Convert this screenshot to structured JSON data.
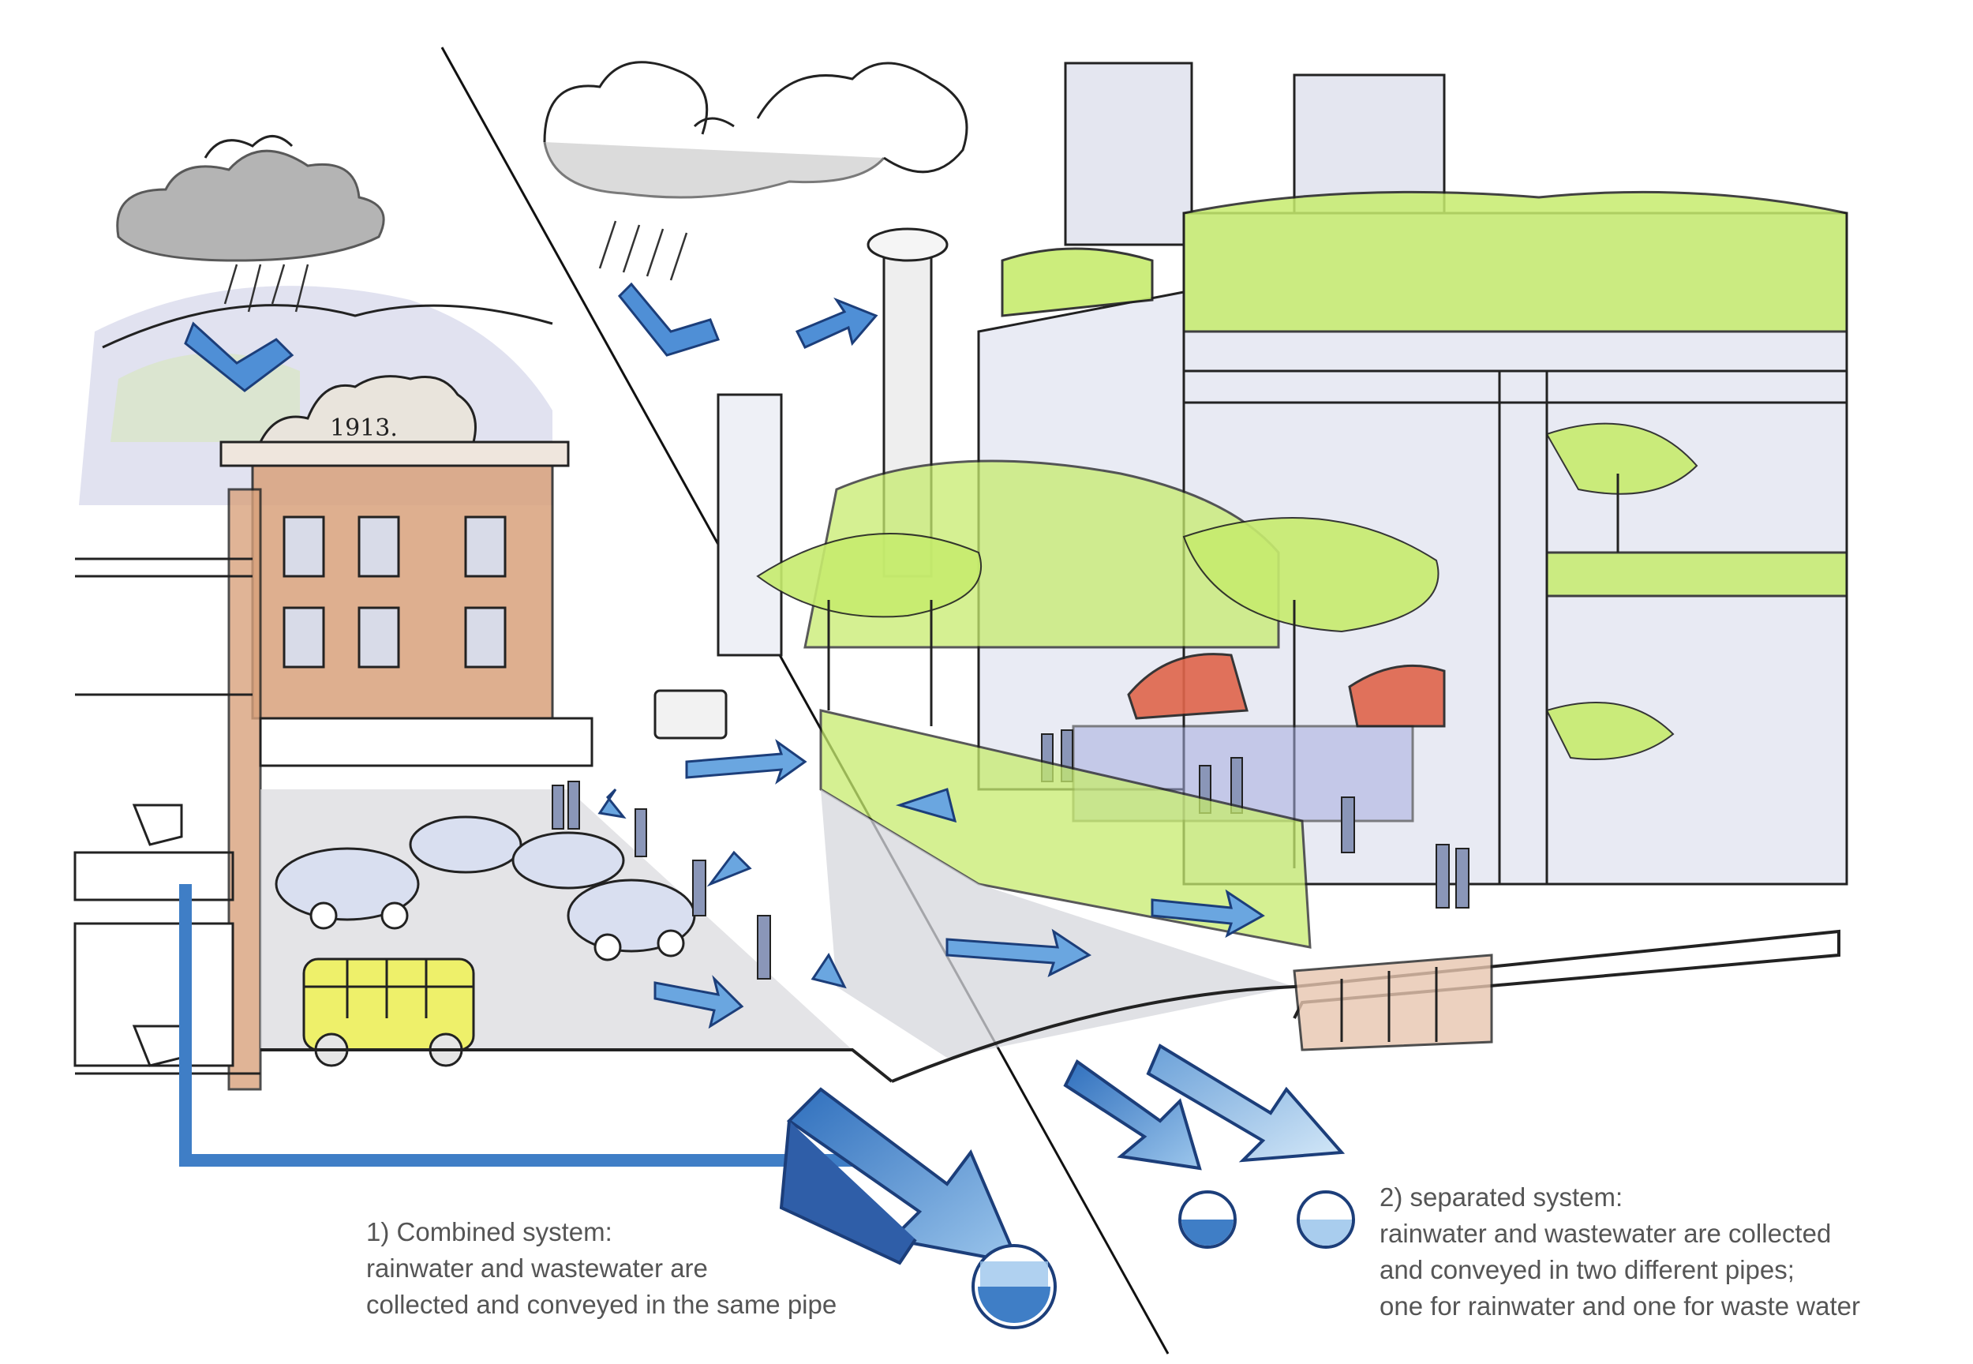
{
  "building_date": "1913.",
  "combined_system": {
    "lines": [
      "1) Combined system:",
      "rainwater and wastewater are",
      "collected and conveyed in the same pipe"
    ]
  },
  "separated_system": {
    "lines": [
      "2) separated system:",
      "rainwater and wastewater are collected",
      "and conveyed in two different pipes;",
      "one for rainwater and one for waste water"
    ]
  },
  "colors": {
    "water_blue": "#3f7ec6",
    "light_blue": "#a9cdee",
    "brick": "#d9a27c",
    "greenery": "#c7ec6e",
    "awning": "#e0654b",
    "bus": "#eef06a",
    "cloud": "#8f8f8f",
    "ink": "#1a1a1a",
    "caption_text": "#555555"
  }
}
